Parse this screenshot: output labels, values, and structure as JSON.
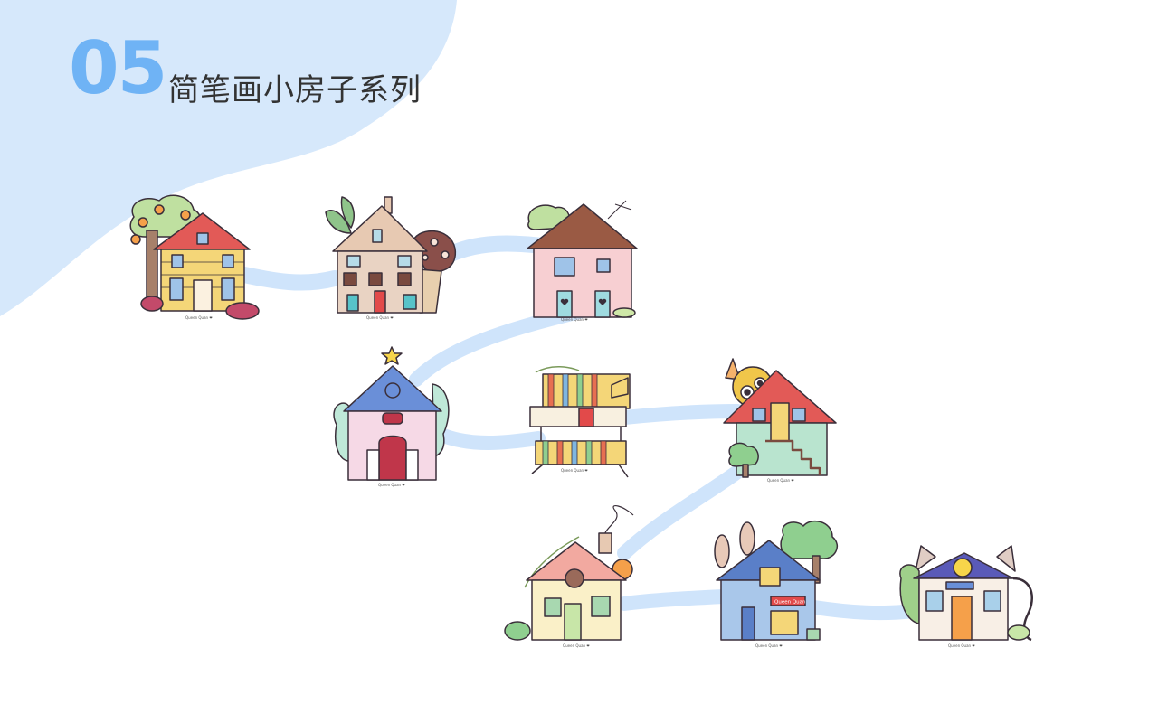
{
  "header": {
    "number": "05",
    "title": "简笔画小房子系列"
  },
  "colors": {
    "accent": "#6fb3f5",
    "blob": "#d6e8fb",
    "path": "#cfe4fb",
    "outline": "#3a2f3a"
  },
  "houses": [
    {
      "name": "yellow-orange-tree-house",
      "signature": "Queen Quan ❤"
    },
    {
      "name": "tan-timber-mushroom-house",
      "signature": "Queen Quan ❤"
    },
    {
      "name": "pink-brown-roof-house",
      "signature": "Queen Quan ❤"
    },
    {
      "name": "chapel-star-house",
      "signature": "Queen Quan ❤"
    },
    {
      "name": "striped-treehouse",
      "signature": "Queen Quan ❤"
    },
    {
      "name": "duck-roof-staircase-house",
      "signature": "Queen Quan ❤"
    },
    {
      "name": "cat-face-cottage",
      "signature": "Queen Quan ❤"
    },
    {
      "name": "bunny-ear-blue-house",
      "signature": "Queen Quan ❤",
      "sign": "Queen Quan"
    },
    {
      "name": "cat-ear-timber-house",
      "signature": "Queen Quan ❤"
    }
  ]
}
